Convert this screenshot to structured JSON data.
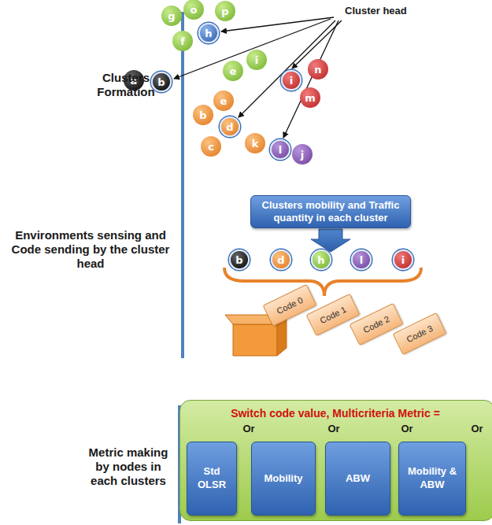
{
  "diagram": {
    "nodes": [
      {
        "text": [
          "g"
        ]
      },
      {
        "text": [
          "o"
        ]
      },
      {
        "text": [
          "p"
        ]
      },
      {
        "text": [
          "h"
        ]
      },
      {
        "text": [
          "f"
        ]
      },
      {
        "text": [
          "i"
        ]
      },
      {
        "text": [
          "e"
        ]
      },
      {
        "text": [
          "a"
        ]
      },
      {
        "text": [
          "b"
        ]
      },
      {
        "text": [
          "i"
        ]
      },
      {
        "text": [
          "n"
        ]
      },
      {
        "text": [
          "m"
        ]
      },
      {
        "text": [
          "e"
        ]
      },
      {
        "text": [
          "b"
        ]
      },
      {
        "text": [
          "d"
        ]
      },
      {
        "text": [
          "c"
        ]
      },
      {
        "text": [
          "k"
        ]
      },
      {
        "text": [
          "l"
        ]
      },
      {
        "text": [
          "j"
        ]
      },
      {
        "text": [
          "Clusters mobility and Traffic quantity in each cluster"
        ]
      },
      {
        "text": [
          "b"
        ]
      },
      {
        "text": [
          "d"
        ]
      },
      {
        "text": [
          "h"
        ]
      },
      {
        "text": [
          "l"
        ]
      },
      {
        "text": [
          "i"
        ]
      },
      {
        "text": [
          "Code 0"
        ]
      },
      {
        "text": [
          "Code 1"
        ]
      },
      {
        "text": [
          "Code 2"
        ]
      },
      {
        "text": [
          "Code 3"
        ]
      },
      {
        "text": [
          "Switch code value, Multicriteria Metric =",
          "Or",
          "Or",
          "Or",
          "Or"
        ]
      },
      {
        "text": [
          "Std OLSR"
        ],
        "in": 29
      },
      {
        "text": [
          "Mobility"
        ],
        "in": 29
      },
      {
        "text": [
          "ABW"
        ],
        "in": 29
      },
      {
        "text": [
          "Mobility & ABW"
        ],
        "in": 29
      }
    ],
    "labels": [
      "Cluster head",
      "Clusters Formation",
      "Environments sensing and Code sending by the cluster head",
      "Metric making by nodes in each clusters"
    ]
  }
}
